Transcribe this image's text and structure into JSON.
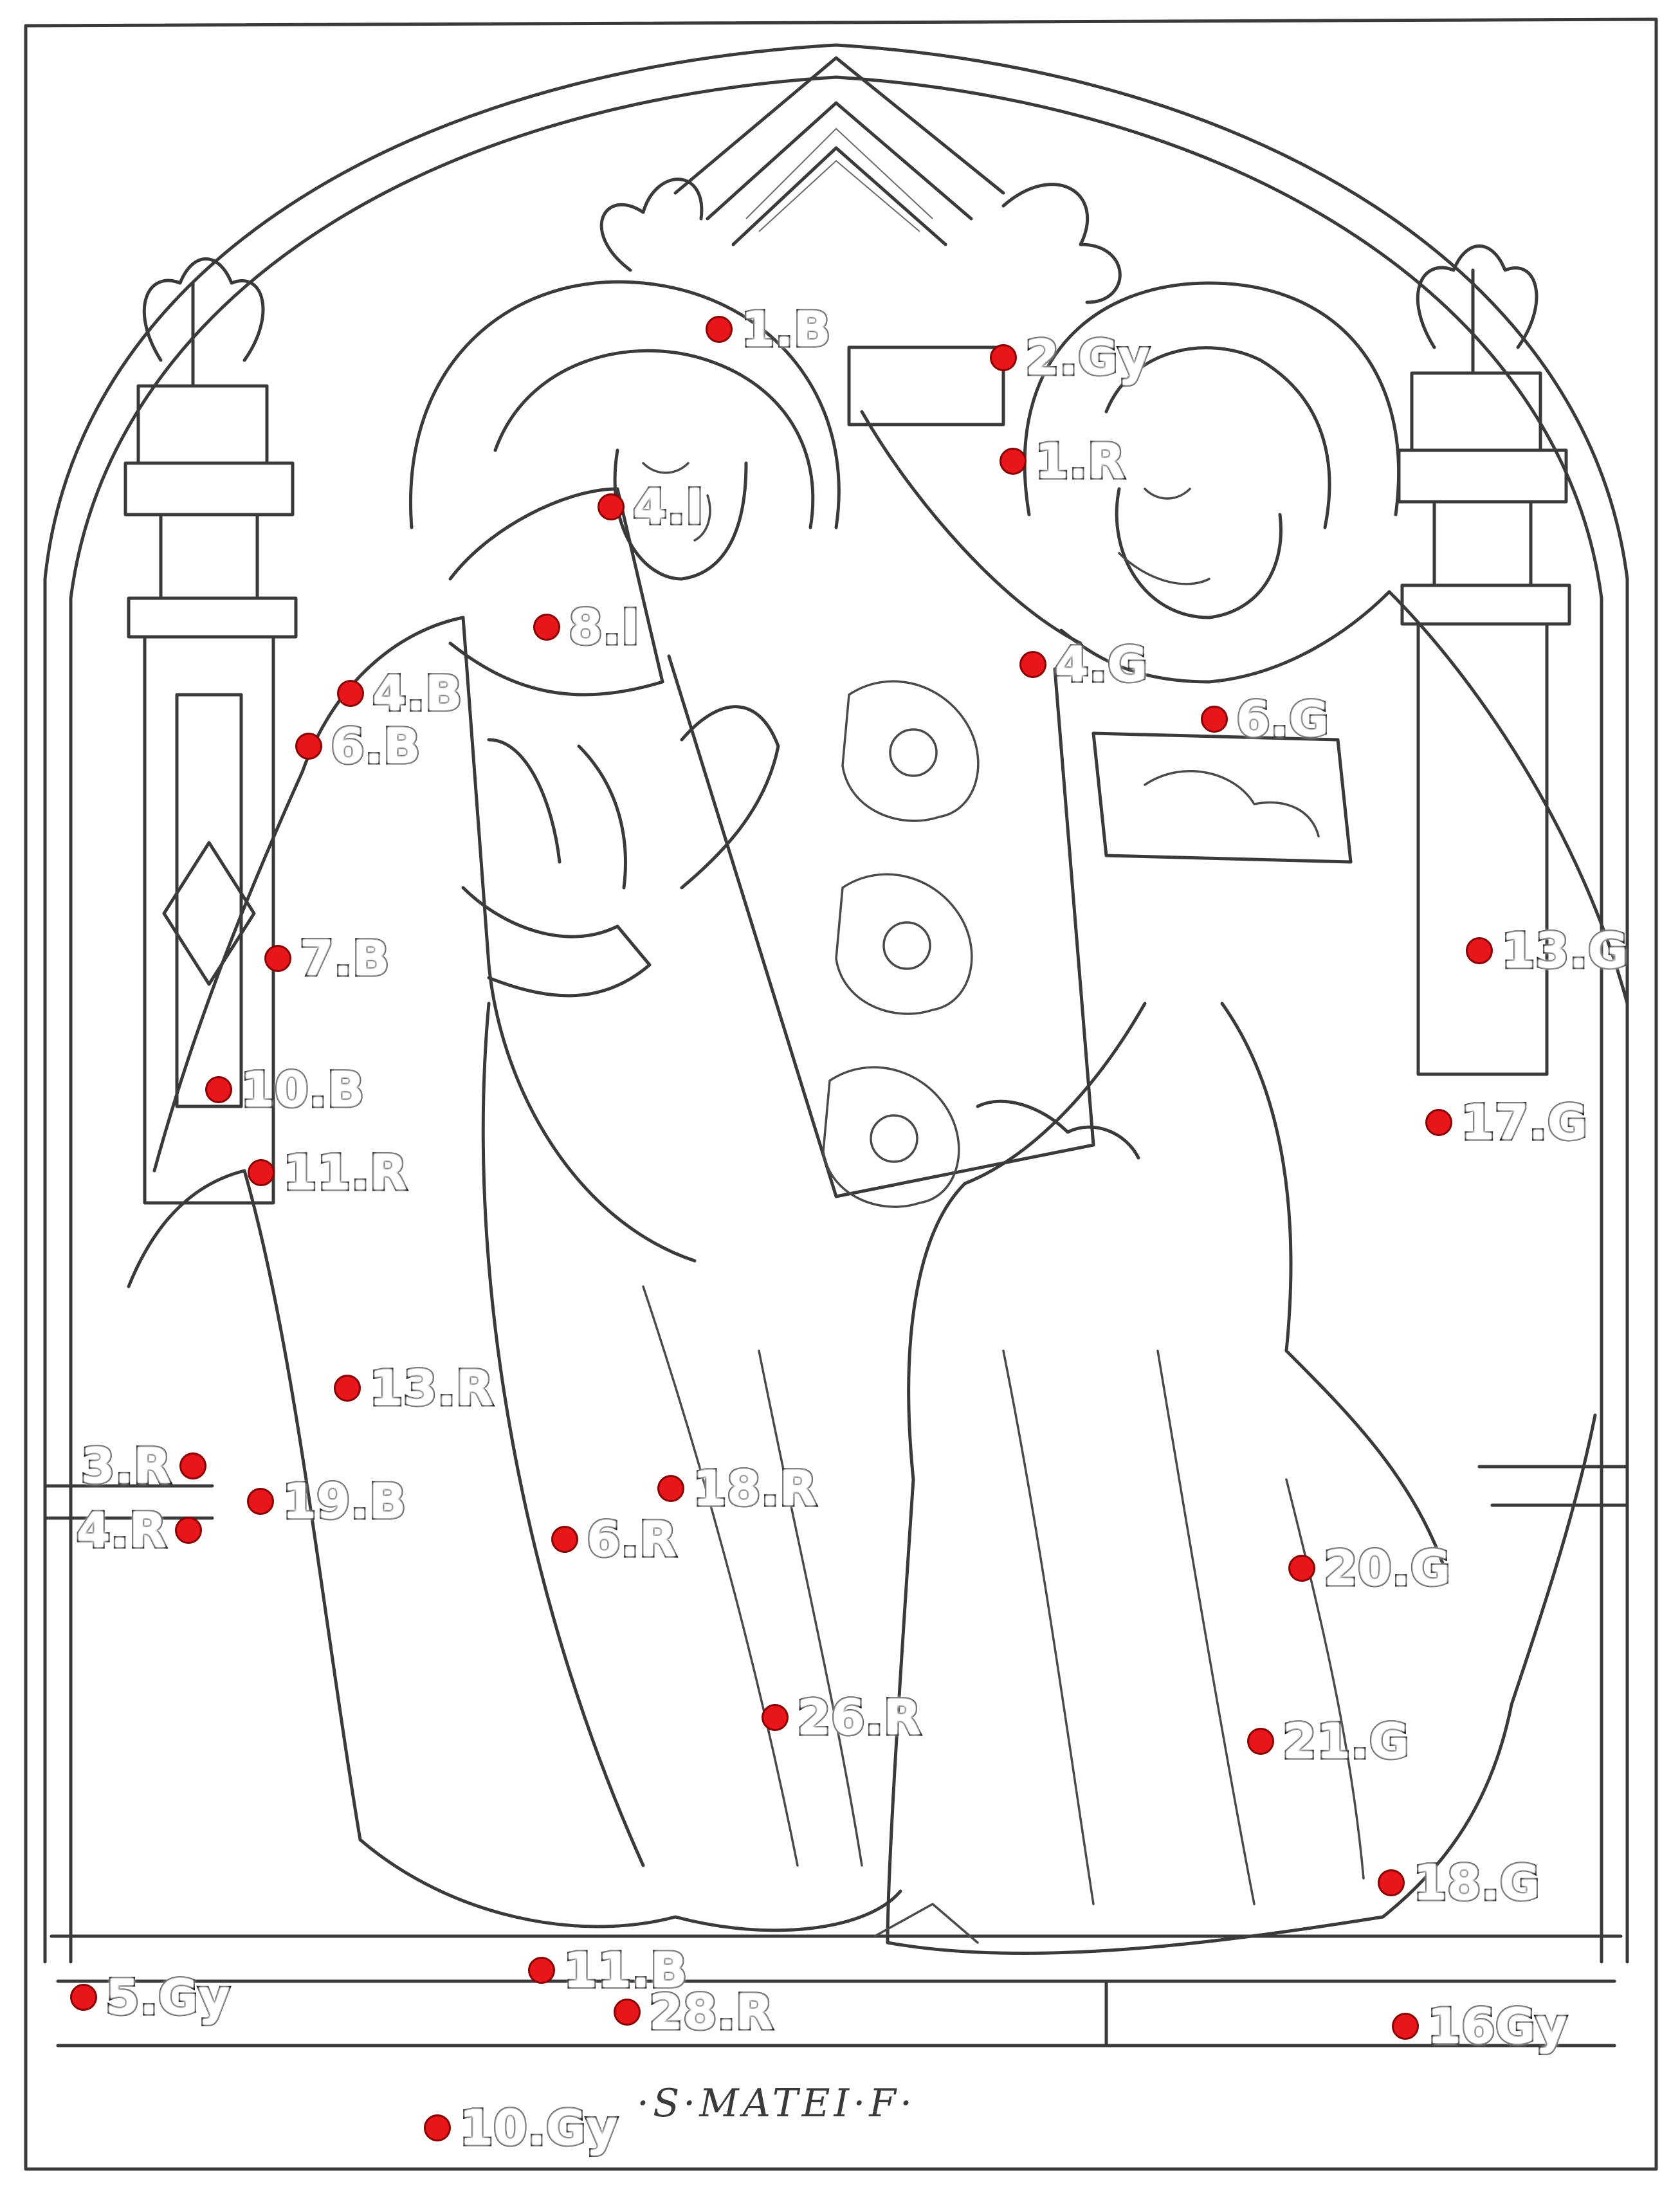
{
  "inscription": "·S·MATEI·F·",
  "colors": {
    "marker_fill": "#e8161b",
    "line_art": "#3a3a3a",
    "label_text": "#ffffff",
    "label_outline": "#000000"
  },
  "markers": [
    {
      "id": "1.B",
      "label": "1.B"
    },
    {
      "id": "2.Gy",
      "label": "2.Gy"
    },
    {
      "id": "1.R",
      "label": "1.R"
    },
    {
      "id": "4.I",
      "label": "4.I"
    },
    {
      "id": "8.I",
      "label": "8.I"
    },
    {
      "id": "4.G",
      "label": "4.G"
    },
    {
      "id": "4.B",
      "label": "4.B"
    },
    {
      "id": "6.B",
      "label": "6.B"
    },
    {
      "id": "6.G",
      "label": "6.G"
    },
    {
      "id": "7.B",
      "label": "7.B"
    },
    {
      "id": "13.G",
      "label": "13.G"
    },
    {
      "id": "10.B",
      "label": "10.B"
    },
    {
      "id": "17.G",
      "label": "17.G"
    },
    {
      "id": "11.R",
      "label": "11.R"
    },
    {
      "id": "13.R",
      "label": "13.R"
    },
    {
      "id": "3.R",
      "label": "3.R"
    },
    {
      "id": "19.B",
      "label": "19.B"
    },
    {
      "id": "18.R",
      "label": "18.R"
    },
    {
      "id": "4.R",
      "label": "4.R"
    },
    {
      "id": "6.R",
      "label": "6.R"
    },
    {
      "id": "20.G",
      "label": "20.G"
    },
    {
      "id": "26.R",
      "label": "26.R"
    },
    {
      "id": "21.G",
      "label": "21.G"
    },
    {
      "id": "18.G",
      "label": "18.G"
    },
    {
      "id": "11.B",
      "label": "11.B"
    },
    {
      "id": "5.Gy",
      "label": "5.Gy"
    },
    {
      "id": "28.R",
      "label": "28.R"
    },
    {
      "id": "16Gy",
      "label": "16Gy"
    },
    {
      "id": "10.Gy",
      "label": "10.Gy"
    }
  ]
}
